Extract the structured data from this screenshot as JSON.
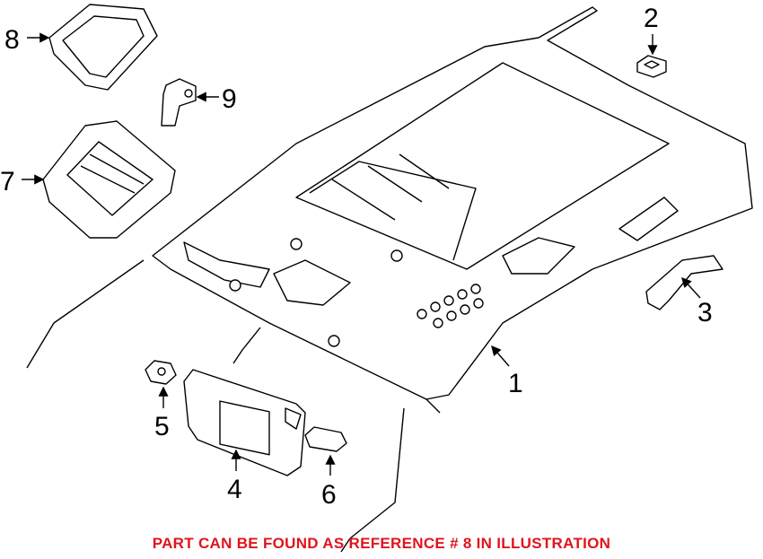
{
  "callouts": {
    "c1": "1",
    "c2": "2",
    "c3": "3",
    "c4": "4",
    "c5": "5",
    "c6": "6",
    "c7": "7",
    "c8": "8",
    "c9": "9"
  },
  "note": "PART CAN BE FOUND AS REFERENCE # 8 IN ILLUSTRATION",
  "colors": {
    "note": "#e0141e"
  }
}
